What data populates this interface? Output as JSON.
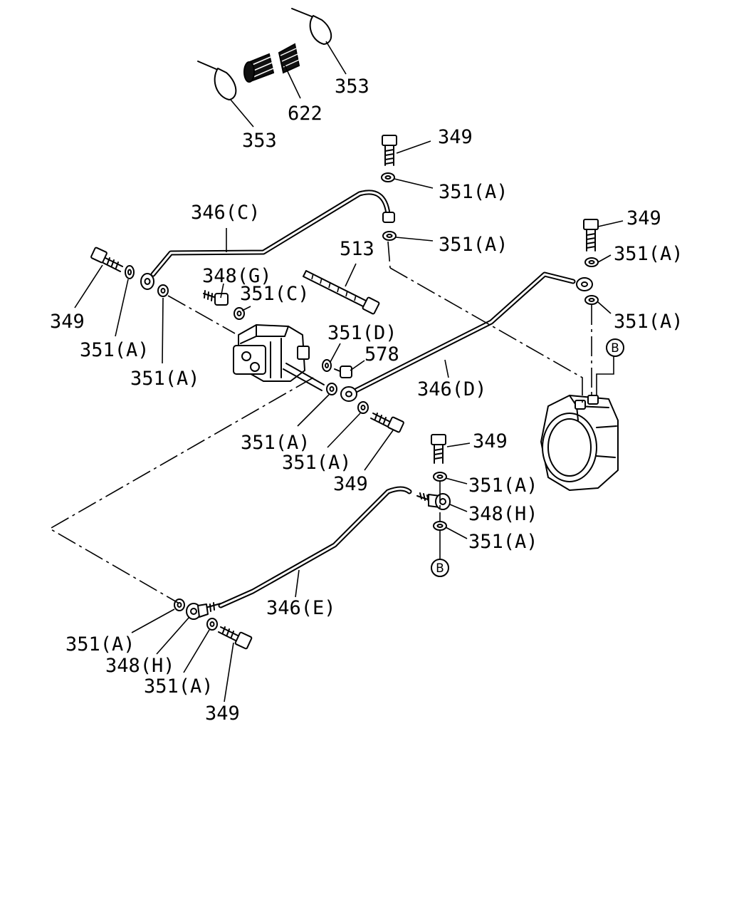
{
  "labels": {
    "n353_top": "353",
    "n622": "622",
    "n353_left": "353",
    "n349_top": "349",
    "n351a_top1": "351(A)",
    "n346c": "346(C)",
    "n351a_top2": "351(A)",
    "n513": "513",
    "n349_right": "349",
    "n351a_right1": "351(A)",
    "n348g": "348(G)",
    "n351c": "351(C)",
    "n349_left": "349",
    "n351a_left1": "351(A)",
    "n351a_right2": "351(A)",
    "n351d": "351(D)",
    "n578": "578",
    "n351a_left2": "351(A)",
    "n346d": "346(D)",
    "n351a_mid1": "351(A)",
    "n349_mid": "349",
    "n351a_mid2": "351(A)",
    "n349_mid2": "349",
    "n351a_lower1": "351(A)",
    "n348h_right": "348(H)",
    "n351a_lower2": "351(A)",
    "n346e": "346(E)",
    "n351a_bottom1": "351(A)",
    "n348h_bottom": "348(H)",
    "n351a_bottom2": "351(A)",
    "n349_bottom": "349"
  },
  "refs": {
    "b_upper": "B",
    "b_lower": "B"
  }
}
